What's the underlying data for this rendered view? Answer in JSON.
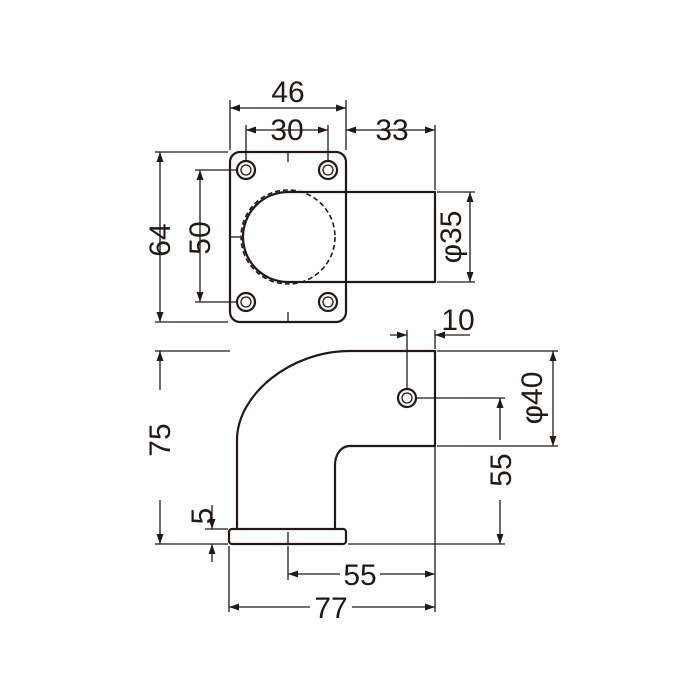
{
  "top_view": {
    "width_label": "46",
    "hole_pitch_x_label": "30",
    "tube_length_label": "33",
    "height_label": "64",
    "hole_pitch_y_label": "50",
    "tube_diameter_label": "φ35"
  },
  "side_view": {
    "hole_offset_label": "10",
    "pipe_diameter_label": "φ40",
    "total_height_label": "75",
    "hole_height_label": "55",
    "flange_thickness_label": "5",
    "base_to_end_label": "55",
    "total_length_label": "77"
  },
  "colors": {
    "line": "#231815",
    "background": "#ffffff"
  }
}
